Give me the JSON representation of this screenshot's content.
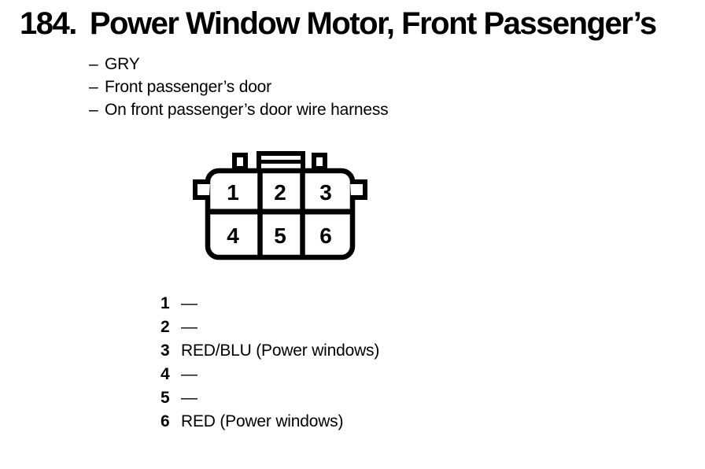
{
  "page": {
    "index_number": "184.",
    "title": "Power Window Motor, Front Passenger’s"
  },
  "details": {
    "marker": "–",
    "items": [
      "GRY",
      "Front passenger’s door",
      "On front passenger’s door wire harness"
    ]
  },
  "connector": {
    "description": "6-pin connector, wire side, 2 rows of 3 cavities",
    "cells": [
      "1",
      "2",
      "3",
      "4",
      "5",
      "6"
    ]
  },
  "pin_list": {
    "rows": [
      {
        "pin": "1",
        "wire": "—"
      },
      {
        "pin": "2",
        "wire": "—"
      },
      {
        "pin": "3",
        "wire": "RED/BLU (Power windows)"
      },
      {
        "pin": "4",
        "wire": "—"
      },
      {
        "pin": "5",
        "wire": "—"
      },
      {
        "pin": "6",
        "wire": "RED (Power windows)"
      }
    ]
  },
  "colors": {
    "ink": "#000000",
    "background": "#ffffff"
  }
}
